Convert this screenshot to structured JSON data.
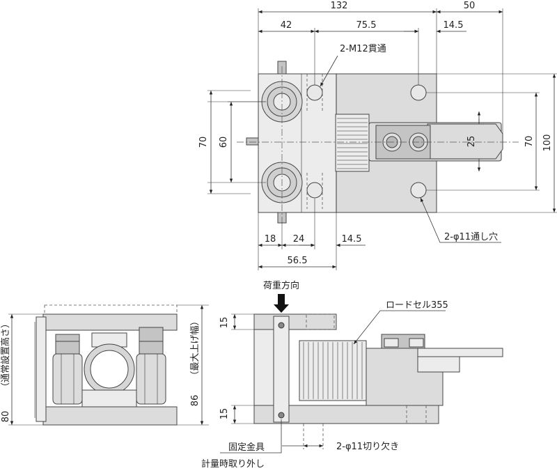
{
  "top_view": {
    "dims": {
      "overall_width": "132",
      "extension": "50",
      "left_to_hole": "42",
      "hole_to_hole": "75.5",
      "right_offset": "14.5",
      "height_outer": "70",
      "height_inner": "60",
      "hole_height": "70",
      "overall_height": "100",
      "cell_width": "25",
      "bottom_a": "18",
      "bottom_b": "24",
      "bottom_c": "14.5",
      "bottom_total": "56.5"
    },
    "labels": {
      "through_tap": "2-M12貫通",
      "through_hole": "2-φ11通し穴"
    }
  },
  "front_view": {
    "dims": {
      "normal_height": "80",
      "normal_height_note": "（通常設置高さ）",
      "max_lift": "86",
      "max_lift_note": "（最大上げ幅）"
    }
  },
  "side_view": {
    "dims": {
      "top_plate": "15",
      "bottom_plate": "15"
    },
    "labels": {
      "load_direction": "荷重方向",
      "load_cell": "ロードセル355",
      "notch": "2-φ11切り欠き",
      "fixing_bracket": "固定金具",
      "removal_note": "計量時取り外し"
    }
  }
}
